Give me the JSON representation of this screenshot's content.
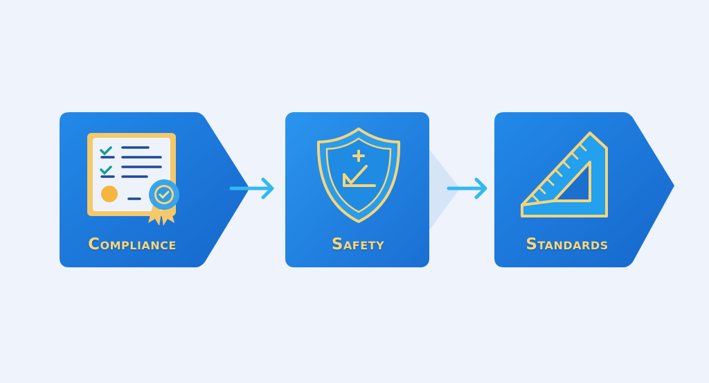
{
  "steps": [
    {
      "label": "Compliance",
      "icon": "certificate-icon"
    },
    {
      "label": "Safety",
      "icon": "shield-check-icon"
    },
    {
      "label": "Standards",
      "icon": "ruler-triangle-icon"
    }
  ],
  "colors": {
    "background": "#eef3fc",
    "card": "#1f7fe0",
    "accent": "#f7d67a",
    "arrow": "#33b8f0"
  }
}
